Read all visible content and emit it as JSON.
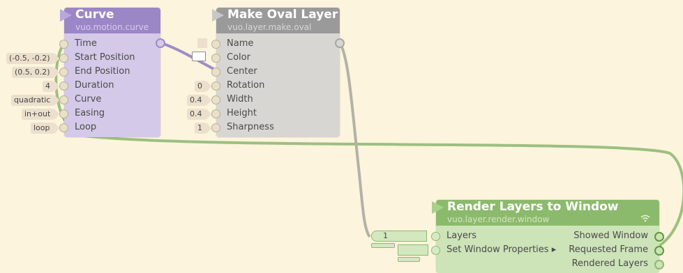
{
  "curve": {
    "title": "Curve",
    "class_name": "vuo.motion.curve",
    "inputs": [
      {
        "label": "Time",
        "const": ""
      },
      {
        "label": "Start Position",
        "const": "(-0.5, -0.2)"
      },
      {
        "label": "End Position",
        "const": "(0.5, 0.2)"
      },
      {
        "label": "Duration",
        "const": "4"
      },
      {
        "label": "Curve",
        "const": "quadratic"
      },
      {
        "label": "Easing",
        "const": "in+out"
      },
      {
        "label": "Loop",
        "const": "loop"
      }
    ]
  },
  "oval": {
    "title": "Make Oval Layer",
    "class_name": "vuo.layer.make.oval",
    "inputs": [
      {
        "label": "Name",
        "const": ""
      },
      {
        "label": "Color",
        "const": ""
      },
      {
        "label": "Center",
        "const": ""
      },
      {
        "label": "Rotation",
        "const": "0"
      },
      {
        "label": "Width",
        "const": "0.4"
      },
      {
        "label": "Height",
        "const": "0.4"
      },
      {
        "label": "Sharpness",
        "const": "1"
      }
    ]
  },
  "render": {
    "title": "Render Layers to Window",
    "class_name": "vuo.layer.render.window",
    "inputs": [
      {
        "label": "Layers",
        "const": "1"
      },
      {
        "label": "Set Window Properties ▸",
        "const": ""
      }
    ],
    "outputs": [
      {
        "label": "Showed Window"
      },
      {
        "label": "Requested Frame"
      },
      {
        "label": "Rendered Layers"
      }
    ]
  },
  "colors": {
    "curve_header": "#9b86c6",
    "oval_header": "#9a9a9a",
    "render_header": "#8cba6c",
    "background": "#fcf4dc"
  }
}
